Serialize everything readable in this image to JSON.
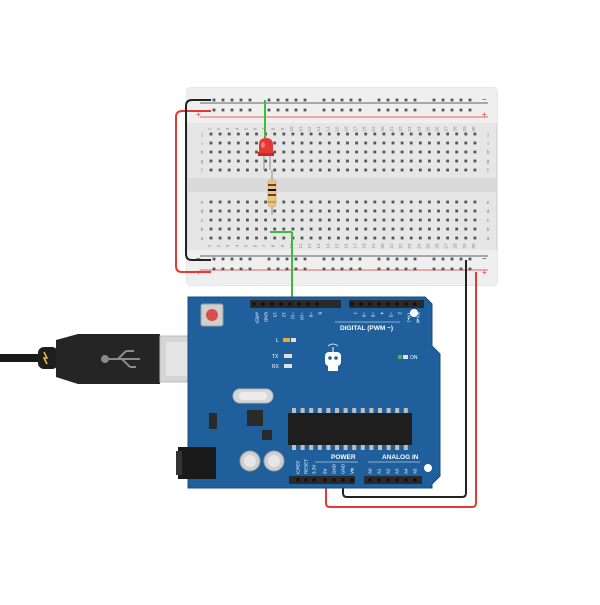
{
  "breadboard": {
    "columns": [
      "1",
      "2",
      "3",
      "4",
      "5",
      "6",
      "7",
      "8",
      "9",
      "10",
      "11",
      "12",
      "13",
      "14",
      "15",
      "16",
      "17",
      "18",
      "19",
      "20",
      "21",
      "22",
      "23",
      "24",
      "25",
      "26",
      "27",
      "28",
      "29",
      "30"
    ],
    "rows_top": [
      "f",
      "g",
      "h",
      "i",
      "j"
    ],
    "rows_bottom": [
      "a",
      "b",
      "c",
      "d",
      "e"
    ],
    "rail_minus": "−",
    "rail_plus": "+"
  },
  "arduino": {
    "header_title": "DIGITAL (PWM ~)",
    "digital_pins": [
      "AREF",
      "GND",
      "13",
      "12",
      "~11",
      "~10",
      "~9",
      "8",
      "7",
      "~6",
      "~5",
      "4",
      "~3",
      "2",
      "TX▸1",
      "RX◂0"
    ],
    "led_l": "L",
    "led_tx": "TX",
    "led_rx": "RX",
    "on_label": "ON",
    "power_title": "POWER",
    "power_pins": [
      "IOREF",
      "RESET",
      "3.3V",
      "5V",
      "GND",
      "GND",
      "Vin"
    ],
    "analog_title": "ANALOG IN",
    "analog_pins": [
      "A0",
      "A1",
      "A2",
      "A3",
      "A4",
      "A5"
    ]
  },
  "colors": {
    "board": "#1f5f9c",
    "board_edge": "#174d82",
    "breadboard": "#e9e9e9",
    "wire_red": "#e53935",
    "wire_black": "#222222",
    "wire_green": "#3dbb3d",
    "led": "#e53935"
  }
}
